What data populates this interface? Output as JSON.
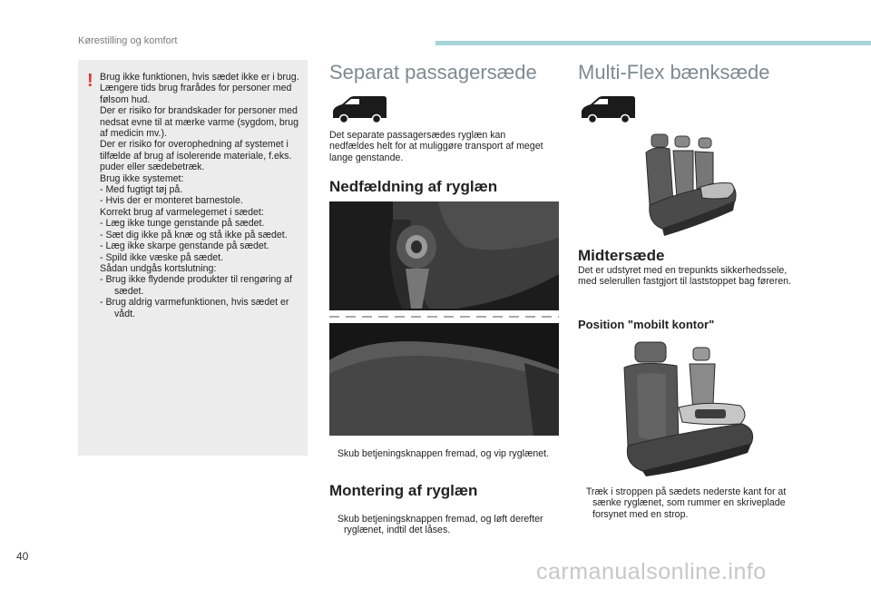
{
  "header": {
    "section": "Kørestilling og komfort",
    "accent_color": "#a6d4d9"
  },
  "warning": {
    "icon": "exclamation-icon",
    "icon_color": "#e5352b",
    "lines": [
      "Brug ikke funktionen, hvis sædet ikke er i brug.",
      "Længere tids brug frarådes for personer med følsom hud.",
      "Der er risiko for brandskader for personer med nedsat evne til at mærke varme (sygdom, brug af medicin mv.).",
      "Der er risiko for overophedning af systemet i tilfælde af brug af isolerende materiale, f.eks. puder eller sædebetræk.",
      "Brug ikke systemet:",
      "-   Med fugtigt tøj på.",
      "-   Hvis der er monteret barnestole.",
      "Korrekt brug af varmelegemet i sædet:",
      "-   Læg ikke tunge genstande på sædet.",
      "-   Sæt dig ikke på knæ og stå ikke på sædet.",
      "-   Læg ikke skarpe genstande på sædet.",
      "-   Spild ikke væske på sædet.",
      "Sådan undgås kortslutning:",
      "-   Brug ikke flydende produkter til rengøring af sædet.",
      "-   Brug aldrig varmefunktionen, hvis sædet er vådt."
    ]
  },
  "separate_seat": {
    "title": "Separat passagersæde",
    "intro": "Det separate passagersædes ryglæn kan nedfældes helt for at muliggøre transport af meget lange genstande.",
    "fold": {
      "title": "Nedfældning af ryglæn",
      "step": "Skub betjeningsknappen fremad, og vip ryglænet."
    },
    "mount": {
      "title": "Montering af ryglæn",
      "step": "Skub betjeningsknappen fremad, og løft derefter ryglænet, indtil det låses."
    }
  },
  "multiflex": {
    "title": "Multi-Flex bænksæde",
    "middle": {
      "title": "Midtersæde",
      "text": "Det er udstyret med en trepunkts sikkerhedssele, med selerullen fastgjort til laststoppet bag føreren."
    },
    "office": {
      "title": "Position \"mobilt kontor\"",
      "step": "Træk i stroppen på sædets nederste kant for at sænke ryglænet, som rummer en skriveplade forsynet med en strop."
    }
  },
  "bullet_icon": "arrow-bullet-icon",
  "bullet_glyph": "",
  "footer": {
    "page": "40",
    "watermark": "carmanualsonline.info"
  }
}
